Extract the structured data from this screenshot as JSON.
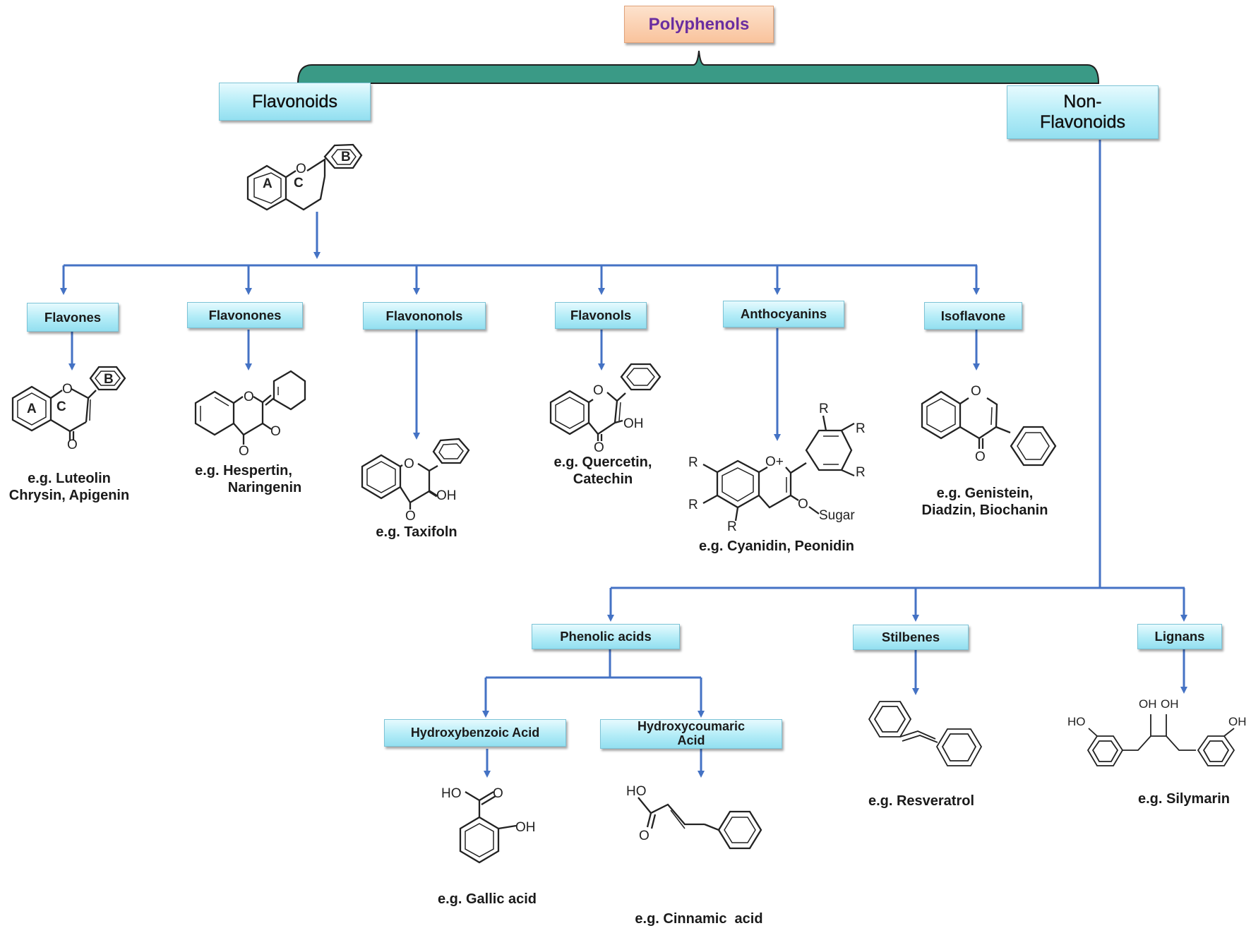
{
  "root": "Polyphenols",
  "flavonoids": {
    "label": "Flavonoids",
    "ring_labels": [
      "A",
      "C",
      "B"
    ],
    "subclasses": [
      {
        "label": "Flavones",
        "examples": [
          "e.g. Luteolin",
          "Chrysin, Apigenin"
        ]
      },
      {
        "label": "Flavonones",
        "examples": [
          "e.g. Hespertin,",
          "Naringenin"
        ]
      },
      {
        "label": "Flavononols",
        "examples": [
          "e.g. Taxifoln"
        ]
      },
      {
        "label": "Flavonols",
        "examples": [
          "e.g. Quercetin,",
          "Catechin"
        ]
      },
      {
        "label": "Anthocyanins",
        "examples": [
          "e.g. Cyanidin, Peonidin"
        ]
      },
      {
        "label": "Isoflavone",
        "examples": [
          "e.g. Genistein,",
          "Diadzin, Biochanin"
        ]
      }
    ]
  },
  "non_flavonoids": {
    "label_lines": [
      "Non-",
      "Flavonoids"
    ],
    "subclasses": [
      {
        "label": "Phenolic acids"
      },
      {
        "label": "Stilbenes",
        "examples": [
          "e.g. Resveratrol"
        ]
      },
      {
        "label": "Lignans",
        "examples": [
          "e.g. Silymarin"
        ]
      }
    ],
    "phenolic_acids": [
      {
        "label": "Hydroxybenzoic Acid",
        "examples": [
          "e.g. Gallic acid"
        ]
      },
      {
        "label_lines": [
          "Hydroxycoumaric",
          "Acid"
        ],
        "examples": [
          "e.g. Cinnamic  acid"
        ]
      }
    ]
  },
  "atom_labels": {
    "O": "O",
    "OH": "OH",
    "HO": "HO",
    "R": "R",
    "Oplus": "O+",
    "Sugar": "Sugar",
    "A": "A",
    "B": "B",
    "C": "C"
  },
  "colors": {
    "connector": "#4472c4",
    "bracket": "#3a9a86",
    "box_fill": "#b3ecf7",
    "root_fill": "#f9c39c",
    "root_text": "#6a2ea0"
  }
}
